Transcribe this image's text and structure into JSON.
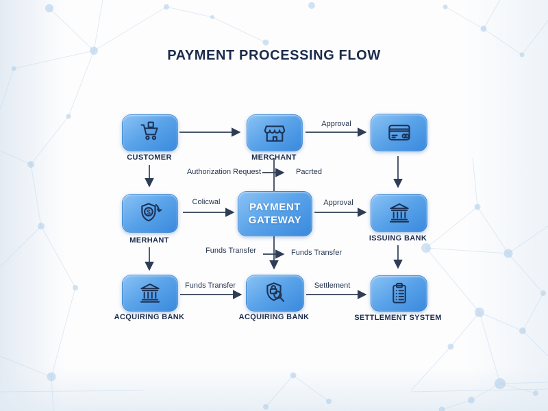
{
  "title": "PAYMENT PROCESSING FLOW",
  "colors": {
    "node_gradient_top": "#8ac2f5",
    "node_gradient_bottom": "#3a89de",
    "icon_stroke": "#1d3357",
    "arrow": "#2e3d55",
    "title_text": "#1b2b4b",
    "gateway_text": "#ffffff",
    "background_pattern": "#c7dbec"
  },
  "nodes": [
    {
      "id": "customer",
      "label": "CUSTOMER",
      "icon": "shopping-cart-icon"
    },
    {
      "id": "merchant",
      "label": "MERCHANT",
      "icon": "storefront-icon"
    },
    {
      "id": "card",
      "label": "",
      "icon": "credit-card-icon"
    },
    {
      "id": "merhant",
      "label": "MERHANT",
      "icon": "shield-dollar-icon"
    },
    {
      "id": "payment-gateway",
      "label": "PAYMENT GATEWAY",
      "line1": "PAYMENT",
      "line2": "GATEWAY"
    },
    {
      "id": "issuing-bank",
      "label": "ISSUING BANK",
      "icon": "bank-icon"
    },
    {
      "id": "acquiring-bank-1",
      "label": "ACQUIRING BANK",
      "icon": "bank-icon"
    },
    {
      "id": "acquiring-bank-2",
      "label": "ACQUIRING BANK",
      "icon": "shield-search-icon"
    },
    {
      "id": "settlement-system",
      "label": "SETTLEMENT SYSTEM",
      "icon": "clipboard-icon"
    }
  ],
  "edges": {
    "approval_top": "Approval",
    "authorization_request": "Authorization Request",
    "pacrted": "Pacrted",
    "colicwal": "Colicwal",
    "approval_mid": "Approval",
    "funds_transfer_mid_left": "Funds Transfer",
    "funds_transfer_mid_right": "Funds Transfer",
    "funds_transfer_row3": "Funds Transfer",
    "settlement": "Settlement"
  }
}
